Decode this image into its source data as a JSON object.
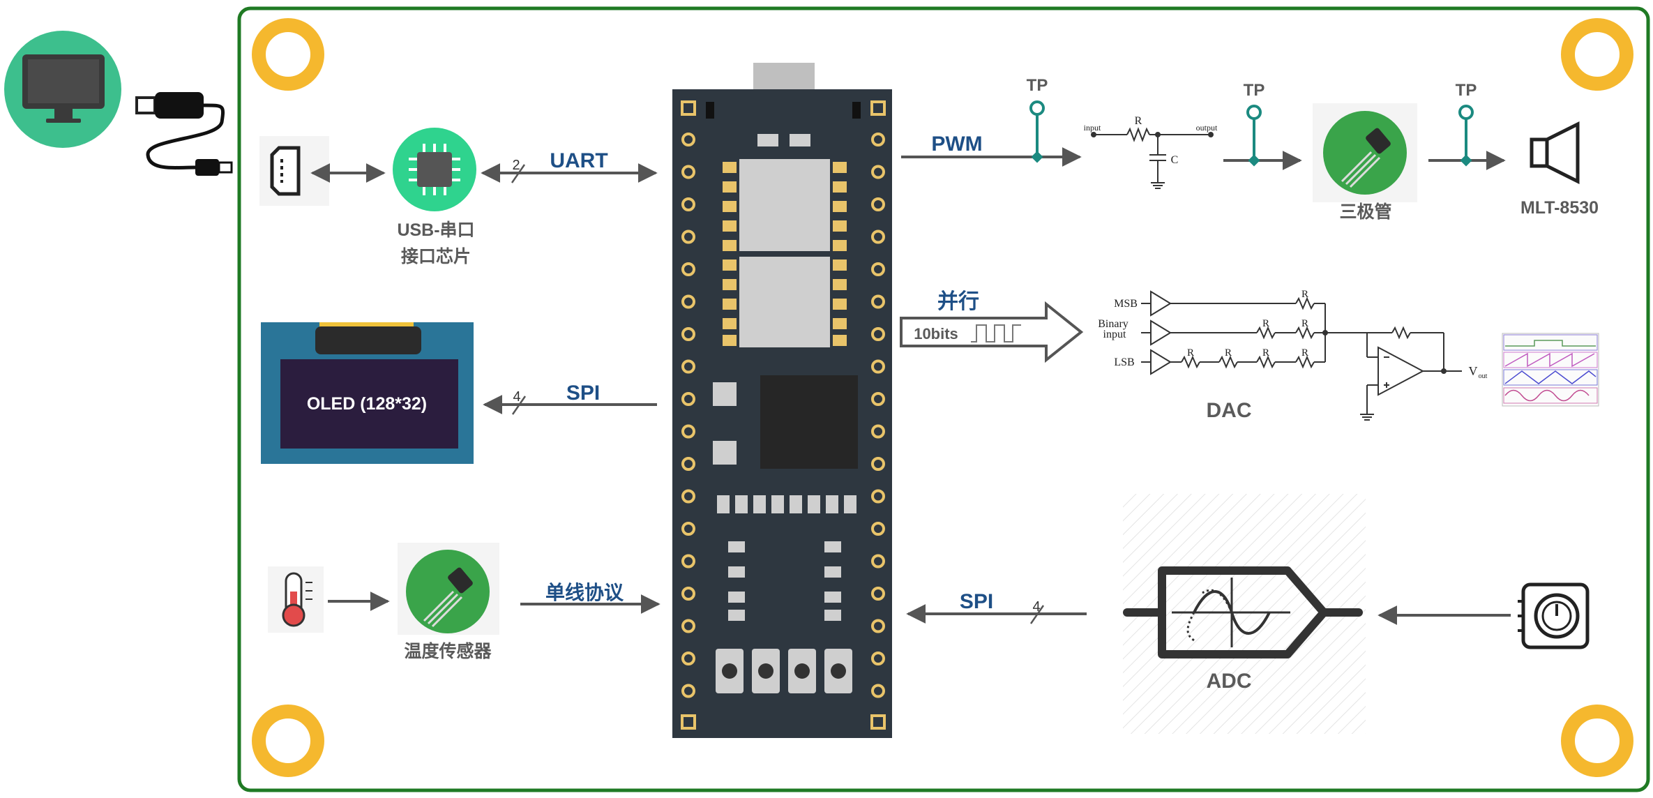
{
  "labels": {
    "usb_chip_line1": "USB-串口",
    "usb_chip_line2": "接口芯片",
    "uart": "UART",
    "uart_bits": "2",
    "pwm": "PWM",
    "tp": "TP",
    "transistor": "三极管",
    "speaker": "MLT-8530",
    "parallel": "并行",
    "bits10": "10bits",
    "dac": "DAC",
    "oled": "OLED (128*32)",
    "spi_oled": "SPI",
    "spi_oled_bits": "4",
    "temp_sensor": "温度传感器",
    "one_wire": "单线协议",
    "spi_adc": "SPI",
    "spi_adc_bits": "4",
    "adc": "ADC"
  },
  "rc_filter": {
    "input": "input",
    "output": "output",
    "r": "R",
    "c": "C"
  },
  "dac_circuit": {
    "msb": "MSB",
    "binary": "Binary",
    "input": "input",
    "lsb": "LSB",
    "r": "R",
    "vout": "V",
    "vout_sub": "out"
  },
  "colors": {
    "board_border": "#1f7a24",
    "mount_hole": "#f5b82e",
    "arrow": "#555555",
    "label_blue": "#1e4f86",
    "testpoint": "#1b8a80",
    "pcb": "#2e3740",
    "icon_green": "#2fbf7e"
  }
}
